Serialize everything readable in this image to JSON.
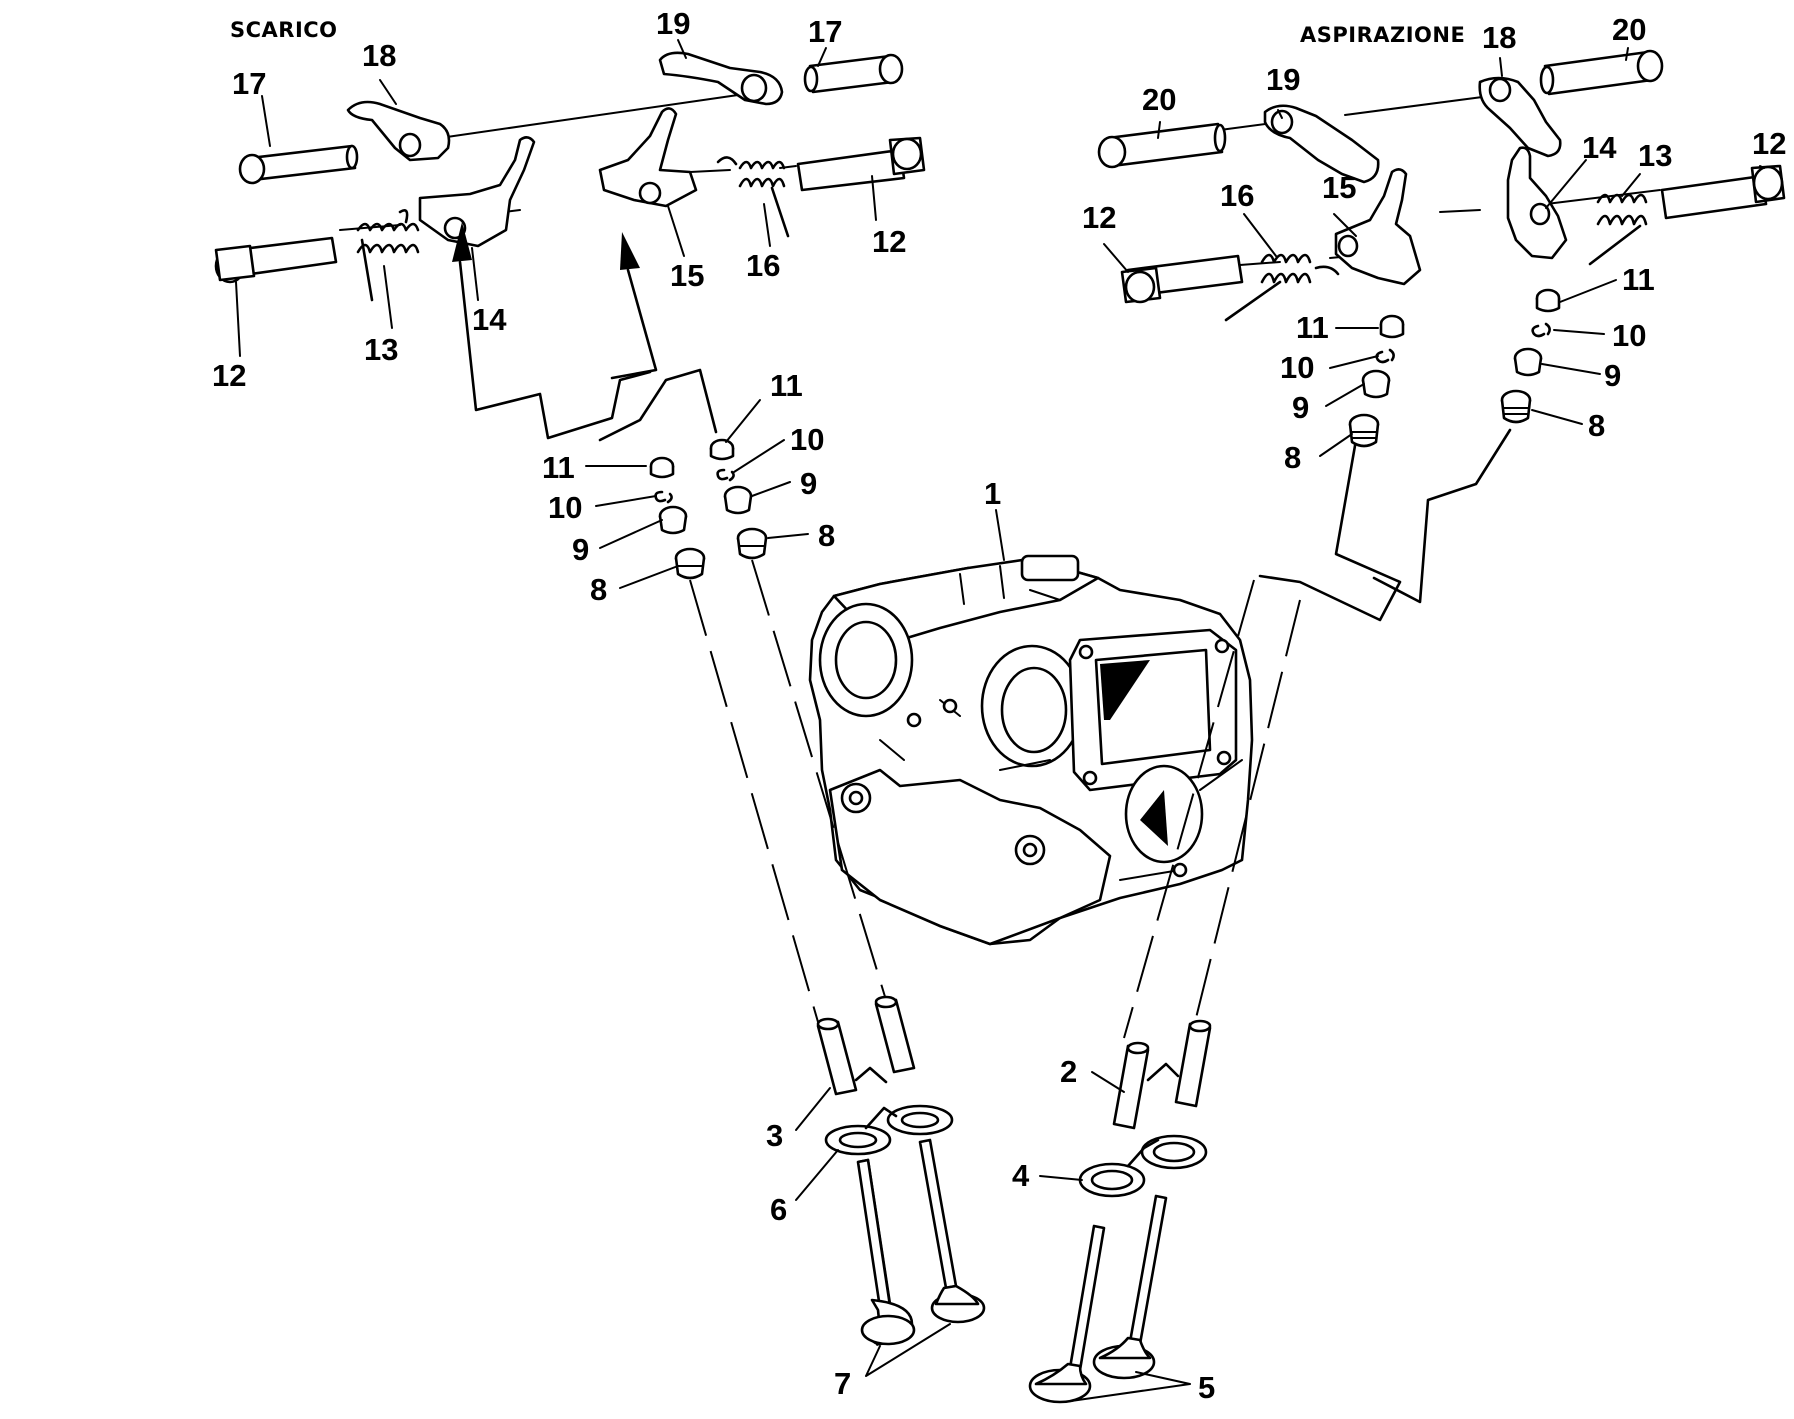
{
  "sections": {
    "exhaust": "SCARICO",
    "intake": "ASPIRAZIONE"
  },
  "labels": {
    "n1": "1",
    "n2": "2",
    "n3": "3",
    "n4": "4",
    "n5": "5",
    "n6": "6",
    "n7": "7",
    "n8": "8",
    "n9": "9",
    "n10": "10",
    "n11": "11",
    "n12": "12",
    "n13": "13",
    "n14": "14",
    "n15": "15",
    "n16": "16",
    "n17": "17",
    "n18": "18",
    "n19": "19",
    "n20": "20"
  }
}
